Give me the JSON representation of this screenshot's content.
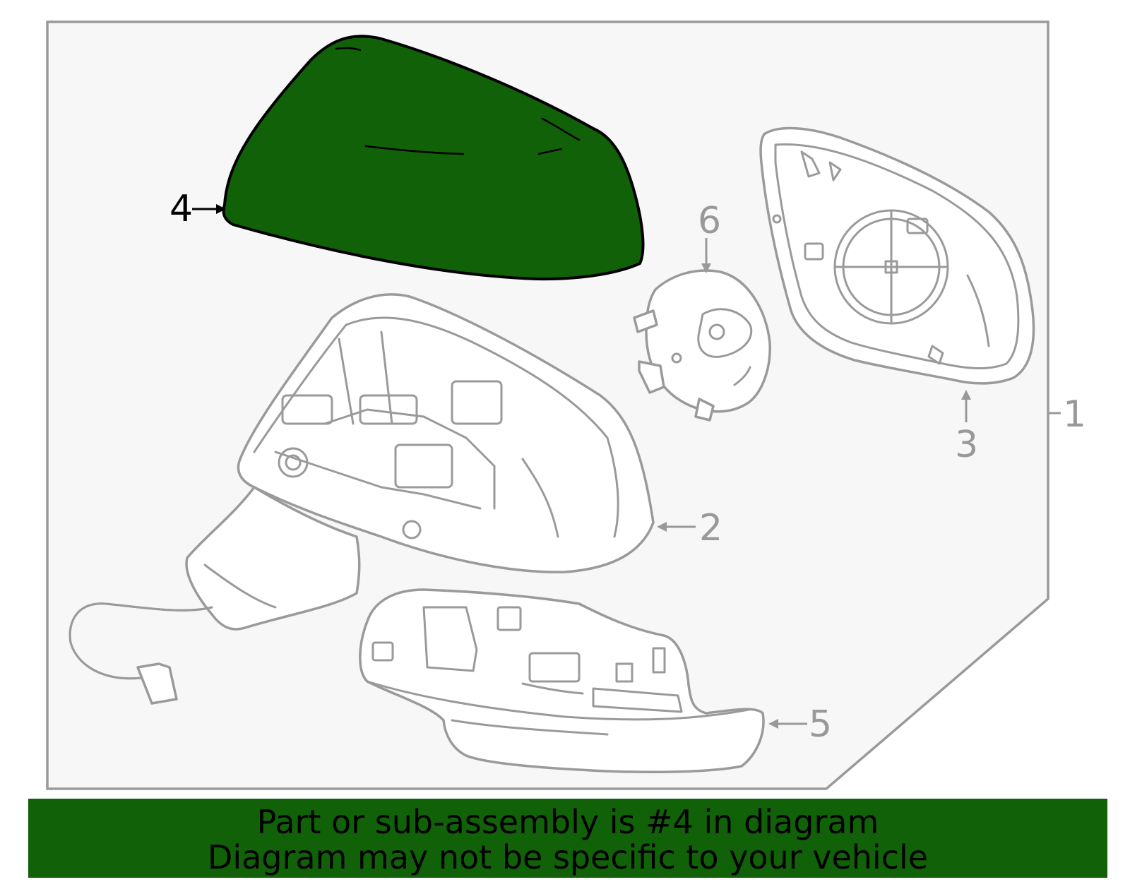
{
  "diagram": {
    "callouts": [
      {
        "id": "1",
        "label": "1"
      },
      {
        "id": "2",
        "label": "2"
      },
      {
        "id": "3",
        "label": "3"
      },
      {
        "id": "4",
        "label": "4",
        "highlighted": true
      },
      {
        "id": "5",
        "label": "5"
      },
      {
        "id": "6",
        "label": "6"
      }
    ],
    "highlight_color": "#116108",
    "line_color": "#999999"
  },
  "banner": {
    "line1": "Part or sub-assembly is #4 in diagram",
    "line2": "Diagram may not be specific to your vehicle",
    "background": "#116108"
  }
}
